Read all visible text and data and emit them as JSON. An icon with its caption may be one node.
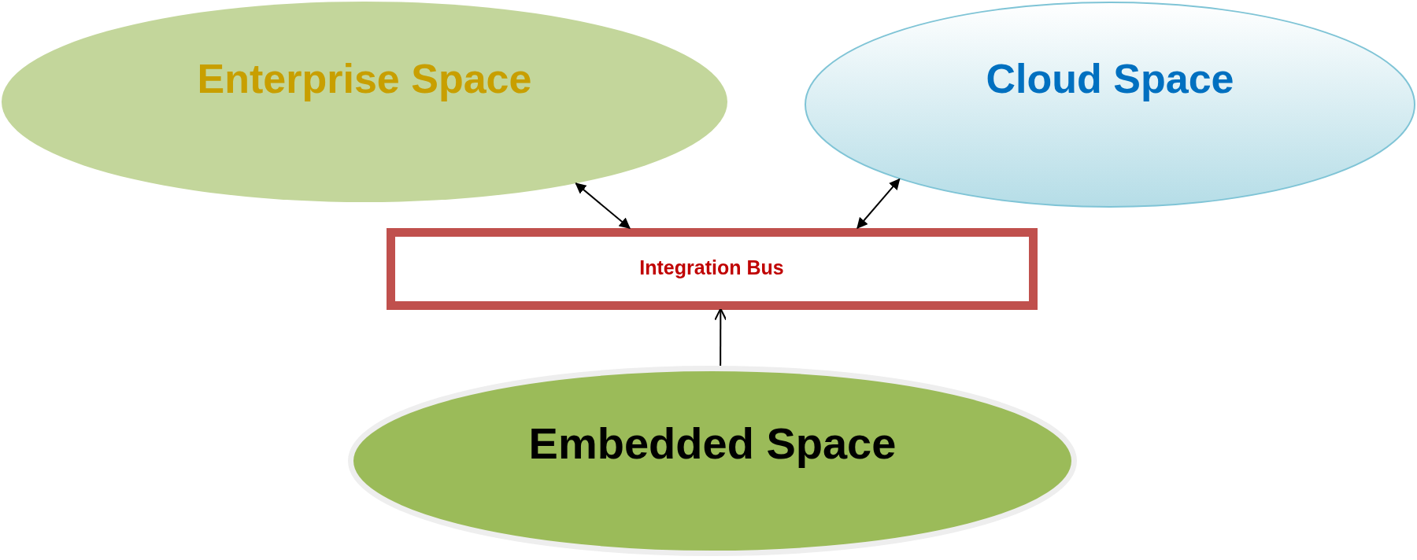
{
  "diagram": {
    "nodes": [
      {
        "text": [
          "Enterprise Space"
        ]
      },
      {
        "text": [
          "Cloud Space"
        ]
      },
      {
        "text": [
          "Integration Bus"
        ]
      },
      {
        "text": [
          "Embedded Space"
        ]
      }
    ],
    "edges": [
      {
        "from": 0,
        "to": 2,
        "arrow": "both"
      },
      {
        "from": 1,
        "to": 2,
        "arrow": "both"
      },
      {
        "from": 3,
        "to": 2,
        "arrow": "to"
      }
    ]
  }
}
